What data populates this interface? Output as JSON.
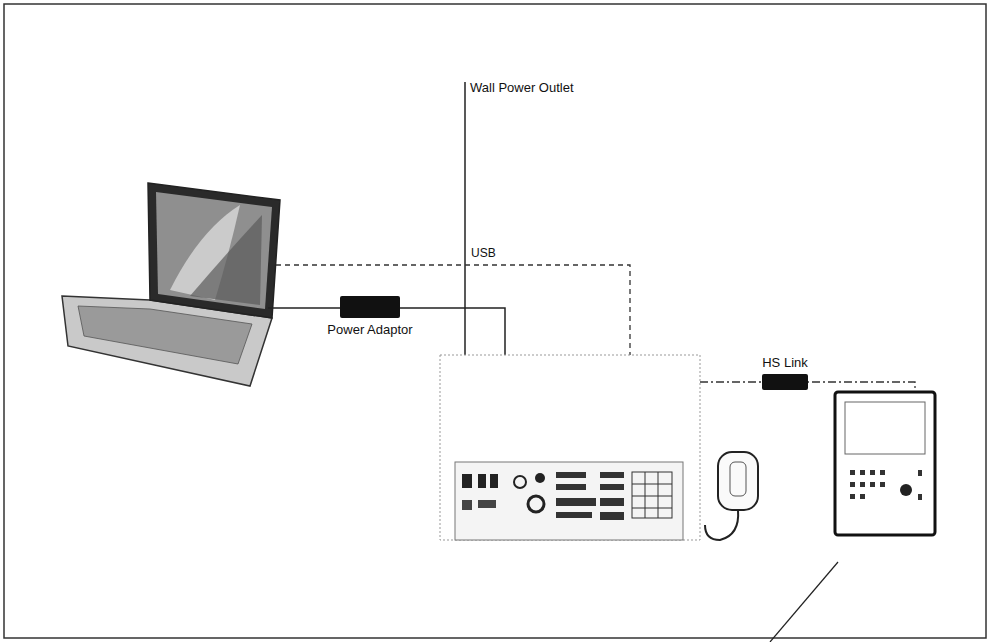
{
  "diagram": {
    "nodes": [
      {
        "text": [
          "Power Adaptor"
        ]
      },
      {
        "text": [
          "HS Link"
        ]
      }
    ],
    "labels": [
      "Wall Power Outlet",
      "USB"
    ]
  }
}
